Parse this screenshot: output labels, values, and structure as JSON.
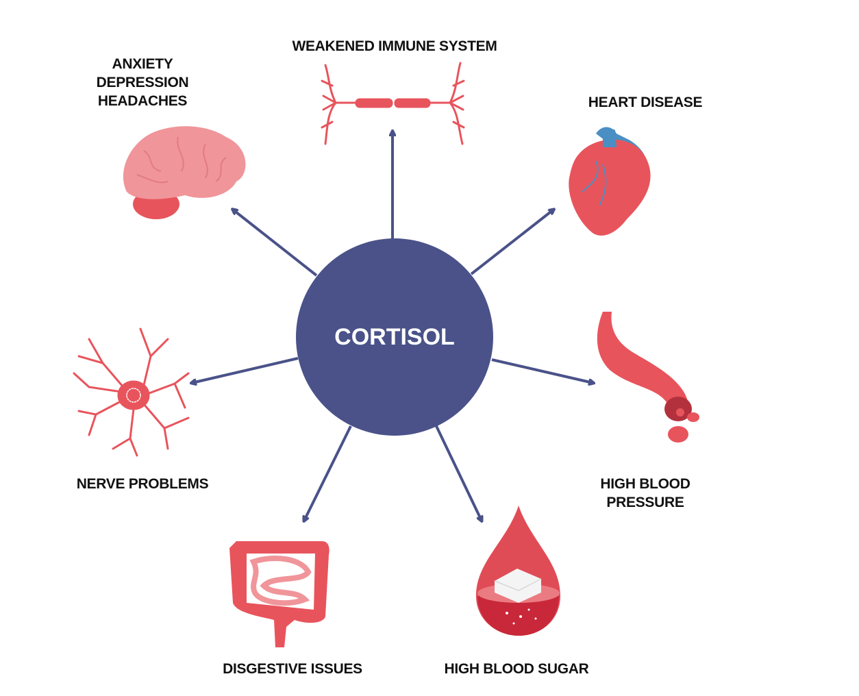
{
  "center": {
    "label": "CORTISOL",
    "color": "#4a5289"
  },
  "effects": [
    {
      "id": "immune",
      "lines": [
        "WEAKENED IMMUNE SYSTEM"
      ],
      "icon": "blood-vessel-icon"
    },
    {
      "id": "mental",
      "lines": [
        "ANXIETY",
        "DEPRESSION",
        "HEADACHES"
      ],
      "icon": "brain-icon"
    },
    {
      "id": "heart",
      "lines": [
        "HEART DISEASE"
      ],
      "icon": "heart-icon"
    },
    {
      "id": "nerve",
      "lines": [
        "NERVE PROBLEMS"
      ],
      "icon": "neuron-icon"
    },
    {
      "id": "pressure",
      "lines": [
        "HIGH BLOOD",
        "PRESSURE"
      ],
      "icon": "artery-icon"
    },
    {
      "id": "digestive",
      "lines": [
        "DISGESTIVE ISSUES"
      ],
      "icon": "intestine-icon"
    },
    {
      "id": "sugar",
      "lines": [
        "HIGH BLOOD SUGAR"
      ],
      "icon": "blood-drop-sugar-icon"
    }
  ],
  "colors": {
    "arrow": "#4a5289",
    "organ": "#e8545c",
    "organ_light": "#f0959a",
    "vein": "#4a8fc4"
  }
}
